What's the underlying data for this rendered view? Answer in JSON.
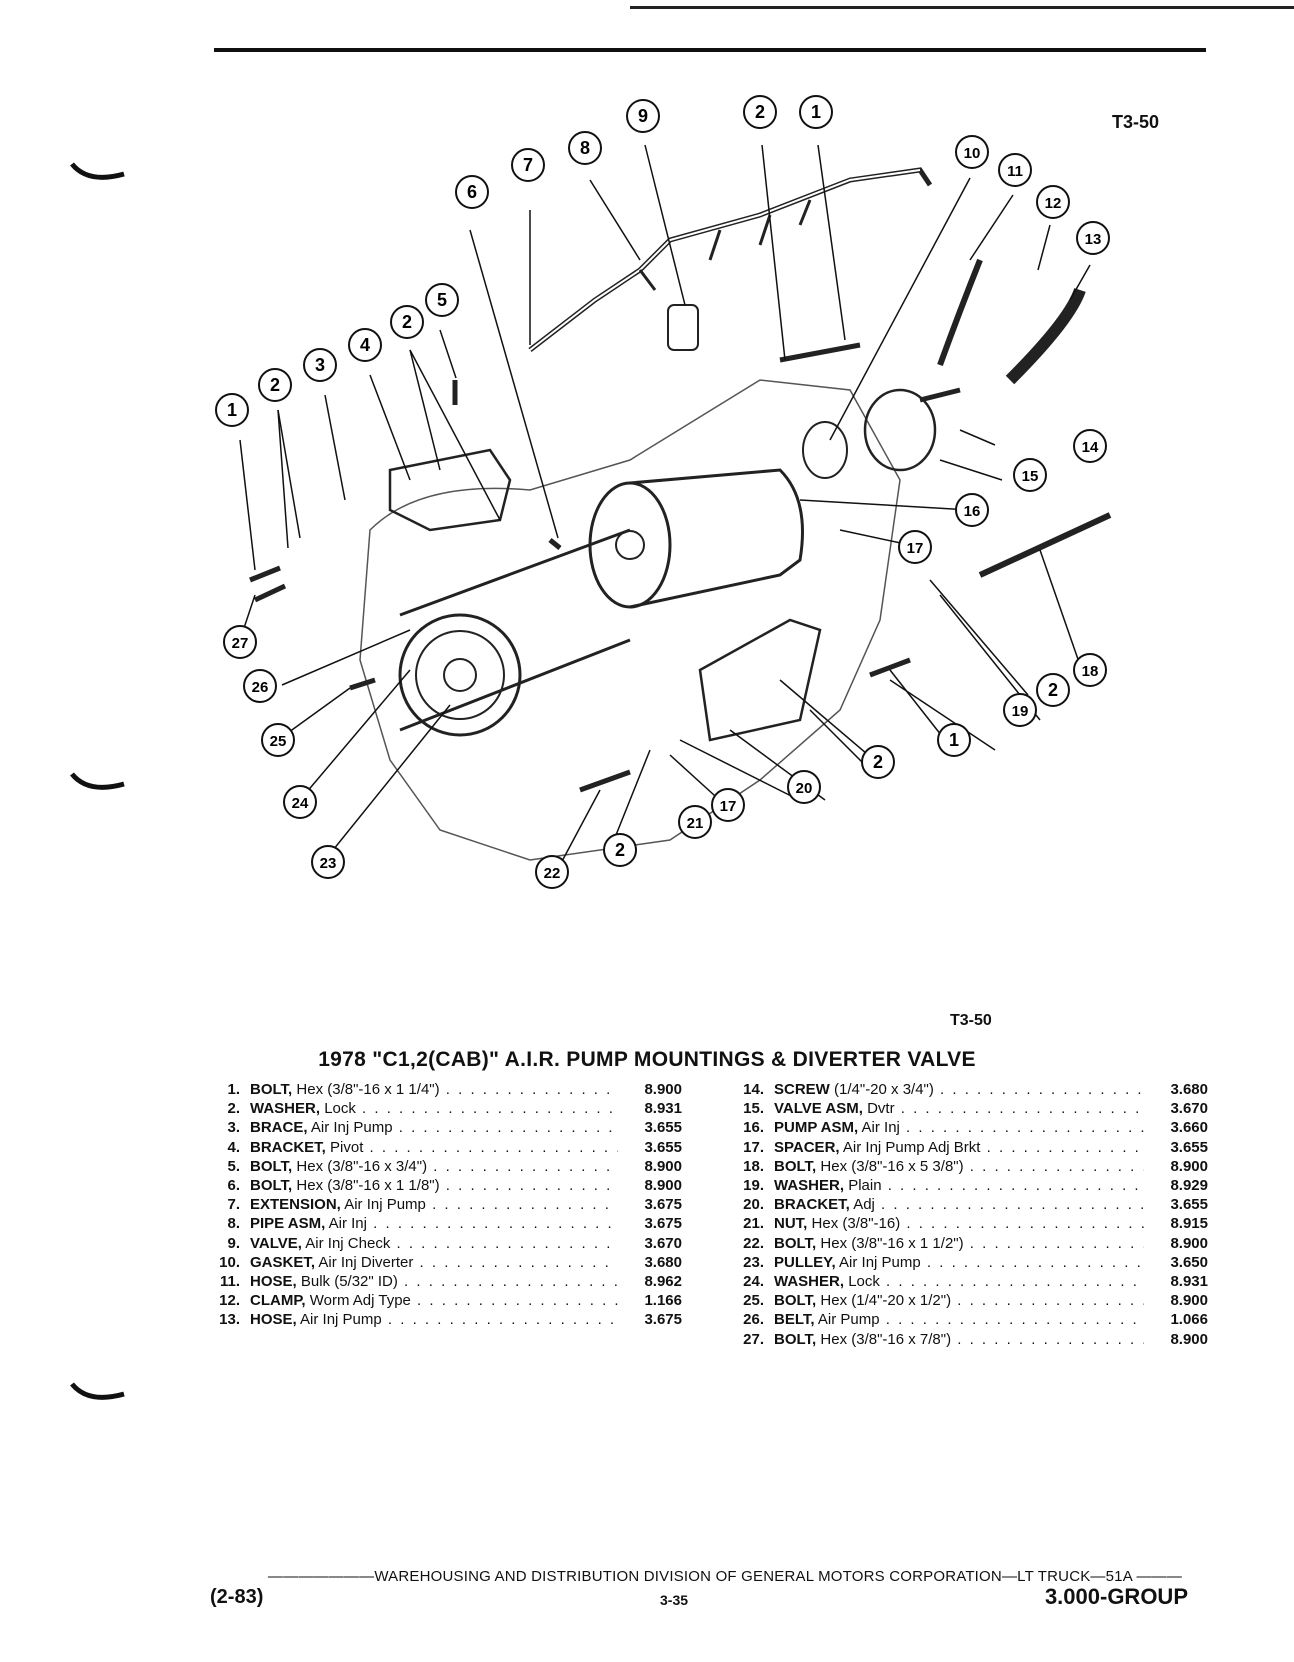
{
  "figure_code": "T3-50",
  "title": "1978 \"C1,2(CAB)\" A.I.R. PUMP MOUNTINGS & DIVERTER VALVE",
  "callouts": [
    "1",
    "2",
    "3",
    "4",
    "5",
    "6",
    "7",
    "8",
    "9",
    "10",
    "11",
    "12",
    "13",
    "14",
    "15",
    "16",
    "17",
    "18",
    "19",
    "20",
    "21",
    "22",
    "23",
    "24",
    "25",
    "26",
    "27"
  ],
  "parts_left": [
    {
      "num": "1.",
      "name": "BOLT,",
      "desc": "Hex (3/8\"-16 x 1 1/4\")",
      "group": "8.900"
    },
    {
      "num": "2.",
      "name": "WASHER,",
      "desc": "Lock",
      "group": "8.931"
    },
    {
      "num": "3.",
      "name": "BRACE,",
      "desc": "Air Inj Pump",
      "group": "3.655"
    },
    {
      "num": "4.",
      "name": "BRACKET,",
      "desc": "Pivot",
      "group": "3.655"
    },
    {
      "num": "5.",
      "name": "BOLT,",
      "desc": "Hex (3/8\"-16 x 3/4\")",
      "group": "8.900"
    },
    {
      "num": "6.",
      "name": "BOLT,",
      "desc": "Hex (3/8\"-16 x 1 1/8\")",
      "group": "8.900"
    },
    {
      "num": "7.",
      "name": "EXTENSION,",
      "desc": "Air Inj Pump",
      "group": "3.675"
    },
    {
      "num": "8.",
      "name": "PIPE ASM,",
      "desc": "Air Inj",
      "group": "3.675"
    },
    {
      "num": "9.",
      "name": "VALVE,",
      "desc": "Air Inj Check",
      "group": "3.670"
    },
    {
      "num": "10.",
      "name": "GASKET,",
      "desc": "Air Inj Diverter",
      "group": "3.680"
    },
    {
      "num": "11.",
      "name": "HOSE,",
      "desc": "Bulk (5/32\" ID)",
      "group": "8.962"
    },
    {
      "num": "12.",
      "name": "CLAMP,",
      "desc": "Worm Adj Type",
      "group": "1.166"
    },
    {
      "num": "13.",
      "name": "HOSE,",
      "desc": "Air Inj Pump",
      "group": "3.675"
    }
  ],
  "parts_right": [
    {
      "num": "14.",
      "name": "SCREW",
      "desc": "(1/4\"-20 x 3/4\")",
      "group": "3.680"
    },
    {
      "num": "15.",
      "name": "VALVE ASM,",
      "desc": "Dvtr",
      "group": "3.670"
    },
    {
      "num": "16.",
      "name": "PUMP ASM,",
      "desc": "Air Inj",
      "group": "3.660"
    },
    {
      "num": "17.",
      "name": "SPACER,",
      "desc": "Air Inj Pump Adj Brkt",
      "group": "3.655"
    },
    {
      "num": "18.",
      "name": "BOLT,",
      "desc": "Hex (3/8\"-16 x 5 3/8\")",
      "group": "8.900"
    },
    {
      "num": "19.",
      "name": "WASHER,",
      "desc": "Plain",
      "group": "8.929"
    },
    {
      "num": "20.",
      "name": "BRACKET,",
      "desc": "Adj",
      "group": "3.655"
    },
    {
      "num": "21.",
      "name": "NUT,",
      "desc": "Hex (3/8\"-16)",
      "group": "8.915"
    },
    {
      "num": "22.",
      "name": "BOLT,",
      "desc": "Hex (3/8\"-16 x 1 1/2\")",
      "group": "8.900"
    },
    {
      "num": "23.",
      "name": "PULLEY,",
      "desc": "Air Inj Pump",
      "group": "3.650"
    },
    {
      "num": "24.",
      "name": "WASHER,",
      "desc": "Lock",
      "group": "8.931"
    },
    {
      "num": "25.",
      "name": "BOLT,",
      "desc": "Hex (1/4\"-20 x 1/2\")",
      "group": "8.900"
    },
    {
      "num": "26.",
      "name": "BELT,",
      "desc": "Air Pump",
      "group": "1.066"
    },
    {
      "num": "27.",
      "name": "BOLT,",
      "desc": "Hex (3/8\"-16 x 7/8\")",
      "group": "8.900"
    }
  ],
  "footer": {
    "division": "WAREHOUSING AND DISTRIBUTION DIVISION OF GENERAL MOTORS CORPORATION—LT TRUCK—51A",
    "date": "(2-83)",
    "page": "3-35",
    "group": "3.000-GROUP"
  }
}
